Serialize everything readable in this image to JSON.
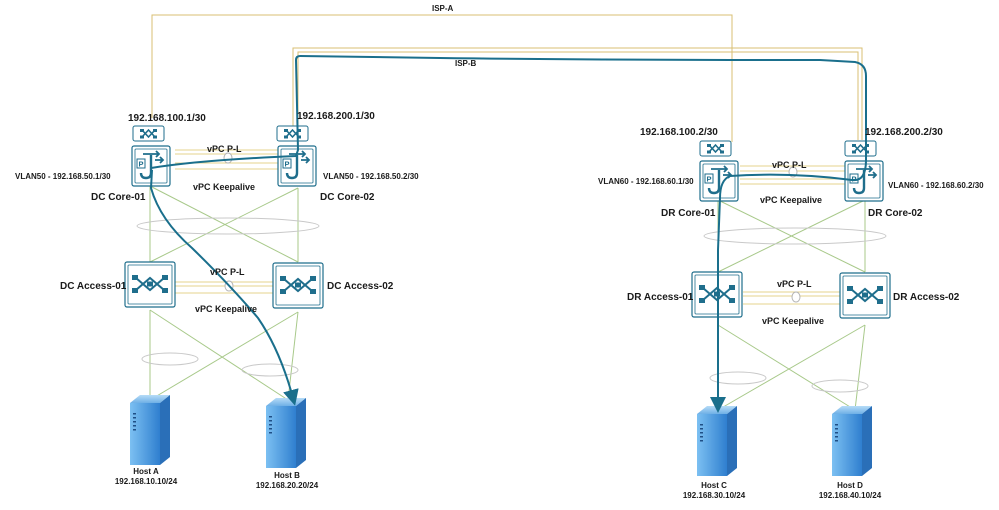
{
  "colors": {
    "isp_link": "#d8bf73",
    "fabric_link": "#a8c98a",
    "peer_link": "#e6d38e",
    "traffic_path": "#1a6f8c",
    "device_fill": "#ffffff",
    "device_icon": "#1f6e8c",
    "server_fill": "#3f8fd6"
  },
  "isp": {
    "a_label": "ISP-A",
    "b_label": "ISP-B"
  },
  "dc": {
    "core1_name": "DC Core-01",
    "core2_name": "DC Core-02",
    "core1_wan_ip": "192.168.100.1/30",
    "core2_wan_ip": "192.168.200.1/30",
    "core1_vlan": "VLAN50 - 192.168.50.1/30",
    "core2_vlan": "VLAN50 - 192.168.50.2/30",
    "core_peer_link": "vPC P-L",
    "core_keepalive": "vPC Keepalive",
    "access1_name": "DC Access-01",
    "access2_name": "DC Access-02",
    "access_peer_link": "vPC P-L",
    "access_keepalive": "vPC Keepalive",
    "host_a_name": "Host A",
    "host_a_ip": "192.168.10.10/24",
    "host_b_name": "Host B",
    "host_b_ip": "192.168.20.20/24"
  },
  "dr": {
    "core1_name": "DR Core-01",
    "core2_name": "DR Core-02",
    "core1_wan_ip": "192.168.100.2/30",
    "core2_wan_ip": "192.168.200.2/30",
    "core1_vlan": "VLAN60 - 192.168.60.1/30",
    "core2_vlan": "VLAN60 - 192.168.60.2/30",
    "core_peer_link": "vPC P-L",
    "core_keepalive": "vPC Keepalive",
    "access1_name": "DR Access-01",
    "access2_name": "DR Access-02",
    "access_peer_link": "vPC P-L",
    "access_keepalive": "vPC Keepalive",
    "host_c_name": "Host C",
    "host_c_ip": "192.168.30.10/24",
    "host_d_name": "Host D",
    "host_d_ip": "192.168.40.10/24"
  }
}
